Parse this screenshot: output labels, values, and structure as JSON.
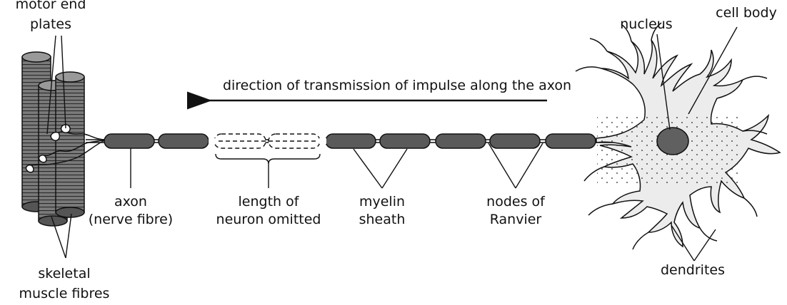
{
  "labels": {
    "motor_end_plates_1": "motor end",
    "motor_end_plates_2": "plates",
    "nucleus": "nucleus",
    "cell_body": "cell body",
    "direction": "direction of transmission of impulse along the axon",
    "axon_1": "axon",
    "axon_2": "(nerve fibre)",
    "omitted_1": "length of",
    "omitted_2": "neuron omitted",
    "myelin_1": "myelin",
    "myelin_2": "sheath",
    "nodes_1": "nodes of",
    "nodes_2": "Ranvier",
    "dendrites": "dendrites",
    "skeletal_1": "skeletal",
    "skeletal_2": "muscle fibres"
  },
  "colors": {
    "line": "#111111",
    "myelin": "#5a5a5a",
    "muscle": "#6e6e6e",
    "cell": "#ececec",
    "nucleus": "#606060"
  }
}
